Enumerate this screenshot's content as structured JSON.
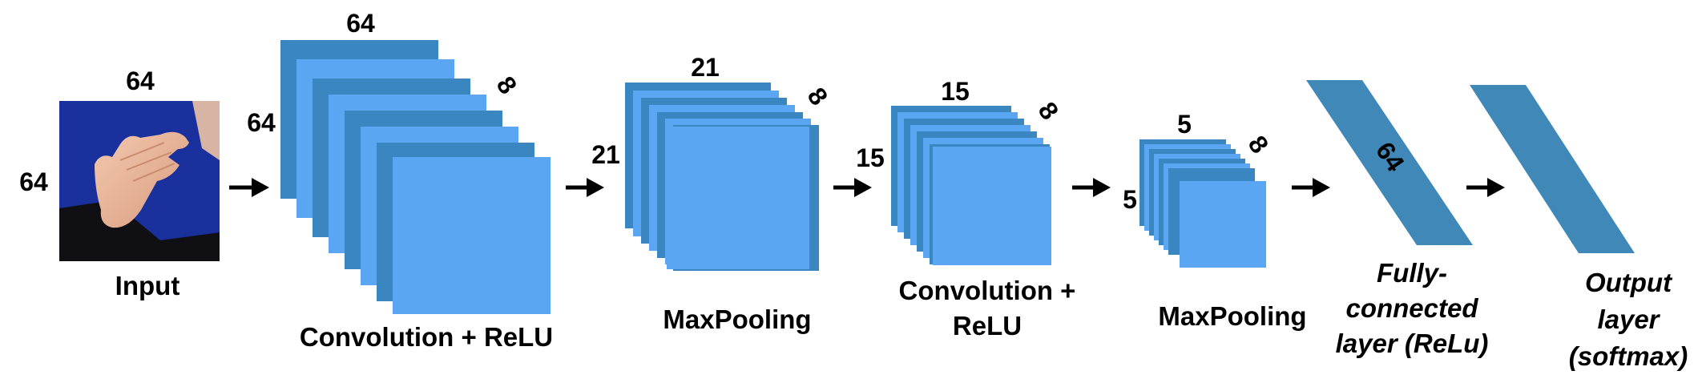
{
  "input": {
    "top_dim": "64",
    "side_dim": "64",
    "caption": "Input"
  },
  "conv1": {
    "top_dim": "64",
    "side_dim": "64",
    "depth": "8",
    "caption": "Convolution + ReLU"
  },
  "pool1": {
    "top_dim": "21",
    "side_dim": "21",
    "depth": "8",
    "caption": "MaxPooling"
  },
  "conv2": {
    "top_dim": "15",
    "side_dim": "15",
    "depth": "8",
    "caption_line1": "Convolution +",
    "caption_line2": "ReLU"
  },
  "pool2": {
    "top_dim": "5",
    "side_dim": "5",
    "depth": "8",
    "caption": "MaxPooling"
  },
  "fc": {
    "units": "64",
    "caption_line1": "Fully-",
    "caption_line2": "connected",
    "caption_line3": "layer (ReLu)"
  },
  "output": {
    "caption_line1": "Output",
    "caption_line2": "layer",
    "caption_line3": "(softmax)"
  },
  "colors": {
    "map_front": "#5aa6f2",
    "map_back": "#3a86c0",
    "dense": "#3f88b8",
    "arrow": "#000000"
  }
}
